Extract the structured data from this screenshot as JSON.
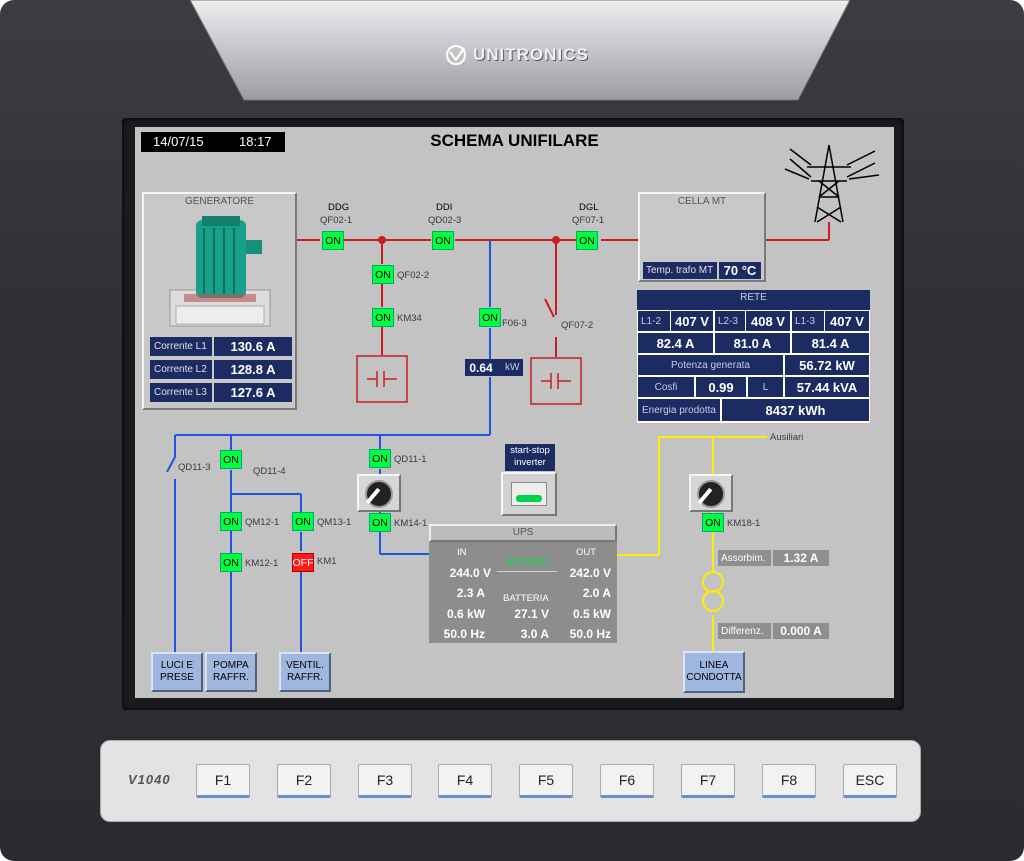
{
  "device": {
    "brand": "UNITRONICS",
    "model": "V1040",
    "fkeys": [
      "F1",
      "F2",
      "F3",
      "F4",
      "F5",
      "F6",
      "F7",
      "F8",
      "ESC"
    ]
  },
  "header": {
    "date": "14/07/15",
    "time": "18:17",
    "title": "SCHEMA UNIFILARE"
  },
  "generatore": {
    "title": "GENERATORE",
    "rows": [
      {
        "label": "Corrente L1",
        "value": "130.6 A"
      },
      {
        "label": "Corrente L2",
        "value": "128.8 A"
      },
      {
        "label": "Corrente L3",
        "value": "127.6 A"
      }
    ]
  },
  "breakers": {
    "ddg": {
      "name": "DDG",
      "code": "QF02-1",
      "state": "ON"
    },
    "ddi": {
      "name": "DDI",
      "code": "QD02-3",
      "state": "ON"
    },
    "dgl": {
      "name": "DGL",
      "code": "QF07-1",
      "state": "ON"
    },
    "qf02_2": {
      "code": "QF02-2",
      "state": "ON"
    },
    "km34": {
      "code": "KM34",
      "state": "ON"
    },
    "f06_3": {
      "code": "F06-3",
      "state": "ON"
    },
    "qf07_2": {
      "code": "QF07-2"
    },
    "qd11_3": {
      "code": "QD11-3"
    },
    "qd11_4": {
      "code": "QD11-4",
      "state": "ON"
    },
    "qd11_1": {
      "code": "QD11-1",
      "state": "ON"
    },
    "km14_1": {
      "code": "KM14-1",
      "state": "ON"
    },
    "qm12_1": {
      "code": "QM12-1",
      "state": "ON"
    },
    "km12_1": {
      "code": "KM12-1",
      "state": "ON"
    },
    "qm13_1": {
      "code": "QM13-1",
      "state": "ON"
    },
    "km1": {
      "code": "KM1",
      "state": "OFF"
    },
    "km18_1": {
      "code": "KM18-1",
      "state": "ON"
    }
  },
  "power_kw": {
    "value": "0.64",
    "unit": "kW"
  },
  "cella_mt": {
    "title": "CELLA MT",
    "temp_label": "Temp. trafo MT",
    "temp_value": "70 °C"
  },
  "rete": {
    "title": "RETE",
    "voltages": [
      {
        "label": "L1-2",
        "value": "407 V"
      },
      {
        "label": "L2-3",
        "value": "408 V"
      },
      {
        "label": "L1-3",
        "value": "407 V"
      }
    ],
    "currents": [
      "82.4 A",
      "81.0 A",
      "81.4 A"
    ],
    "potenza_label": "Potenza generata",
    "potenza_value": "56.72 kW",
    "cosfi_label": "Cosfi",
    "cosfi_value": "0.99",
    "l_label": "L",
    "l_value": "57.44 kVA",
    "energia_label": "Energia prodotta",
    "energia_value": "8437 kWh"
  },
  "ausiliari": "Ausiliari",
  "inverter_button": {
    "line1": "start-stop",
    "line2": "inverter"
  },
  "ups": {
    "title": "UPS",
    "in_label": "IN",
    "out_label": "OUT",
    "status": "ACCESO",
    "batteria_label": "BATTERIA",
    "in_values": [
      "244.0 V",
      "2.3 A",
      "0.6 kW",
      "50.0 Hz"
    ],
    "batt_values": [
      "27.1 V",
      "3.0 A"
    ],
    "out_values": [
      "242.0 V",
      "2.0 A",
      "0.5 kW",
      "50.0 Hz"
    ]
  },
  "assorbim": {
    "label": "Assorbim.",
    "value": "1.32 A"
  },
  "differenz": {
    "label": "Differenz.",
    "value": "0.000 A"
  },
  "buttons": {
    "luci": {
      "line1": "LUCI E",
      "line2": "PRESE"
    },
    "pompa": {
      "line1": "POMPA",
      "line2": "RAFFR."
    },
    "ventil": {
      "line1": "VENTIL.",
      "line2": "RAFFR."
    },
    "linea": {
      "line1": "LINEA",
      "line2": "CONDOTTA"
    }
  },
  "colors": {
    "red_bus": "#c81e1e",
    "blue_bus": "#1e55e0",
    "yellow_bus": "#ffee00",
    "on_green": "#00ff3c",
    "off_red": "#ff1a1a",
    "navy": "#1c2b62"
  }
}
